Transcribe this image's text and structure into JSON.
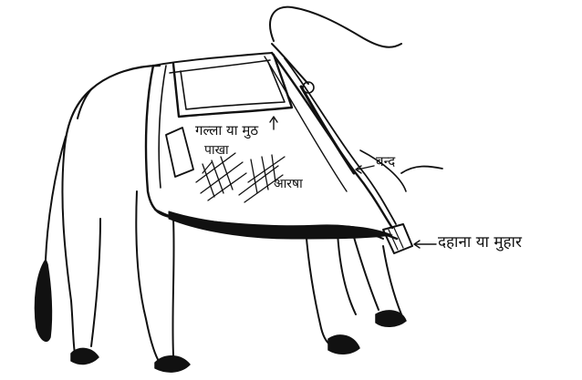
{
  "labels": {
    "saddle_pocket": "गल्ला या मुठ",
    "side": "पाखा",
    "inner": "आरषा",
    "band": "बन्द",
    "mouth": "दहाना या मुहार"
  },
  "colors": {
    "ink": "#111111",
    "paper": "#ffffff"
  }
}
